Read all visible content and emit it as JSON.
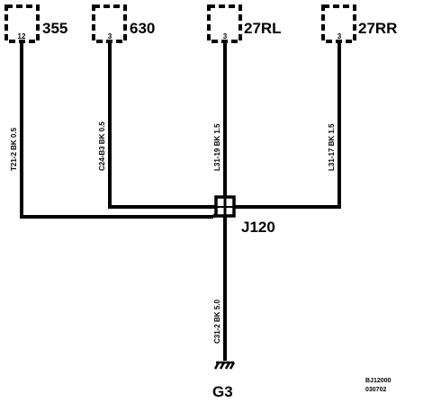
{
  "connectors": [
    {
      "id": "355",
      "pin": "12"
    },
    {
      "id": "630",
      "pin": "3"
    },
    {
      "id": "27RL",
      "pin": "3"
    },
    {
      "id": "27RR",
      "pin": "3"
    }
  ],
  "wires": [
    {
      "label": "T21-2 BK 0.5"
    },
    {
      "label": "C24-B3 BK 0.5"
    },
    {
      "label": "L31-19 BK 1.5"
    },
    {
      "label": "L31-17 BK 1.5"
    },
    {
      "label": "C31-2 BK 5.0"
    }
  ],
  "splice": {
    "label": "J120"
  },
  "ground": {
    "label": "G3"
  },
  "footer": {
    "line1": "BJ12000",
    "line2": "030702"
  },
  "colors": {
    "line": "#000000",
    "background": "#ffffff"
  }
}
